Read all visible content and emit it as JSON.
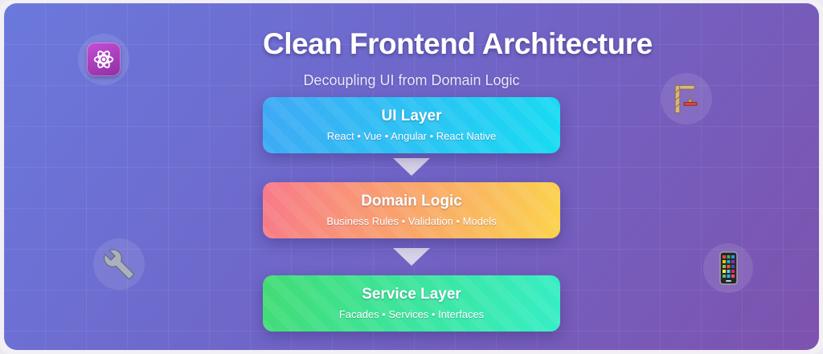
{
  "page": {
    "panel_gradient_start": "#6b79dc",
    "panel_gradient_end": "#7d53ae",
    "outer_frame_color": "#f2f0f5"
  },
  "header": {
    "title": "Clean Frontend Architecture",
    "subtitle": "Decoupling UI from Domain Logic"
  },
  "layers": [
    {
      "name": "UI Layer",
      "items": "React • Vue • Angular • React Native",
      "gradient_start": "#3fa9f5",
      "gradient_end": "#18dcf2"
    },
    {
      "name": "Domain Logic",
      "items": "Business Rules • Validation • Models",
      "gradient_start": "#f8798a",
      "gradient_end": "#fbd34c"
    },
    {
      "name": "Service Layer",
      "items": "Facades • Services • Interfaces",
      "gradient_start": "#43dc75",
      "gradient_end": "#36eec5"
    }
  ],
  "decorations": {
    "arrow_color": "#d7d3e9",
    "icons": [
      "atom-icon",
      "crane-icon",
      "wrench-icon",
      "smartphone-icon"
    ]
  }
}
